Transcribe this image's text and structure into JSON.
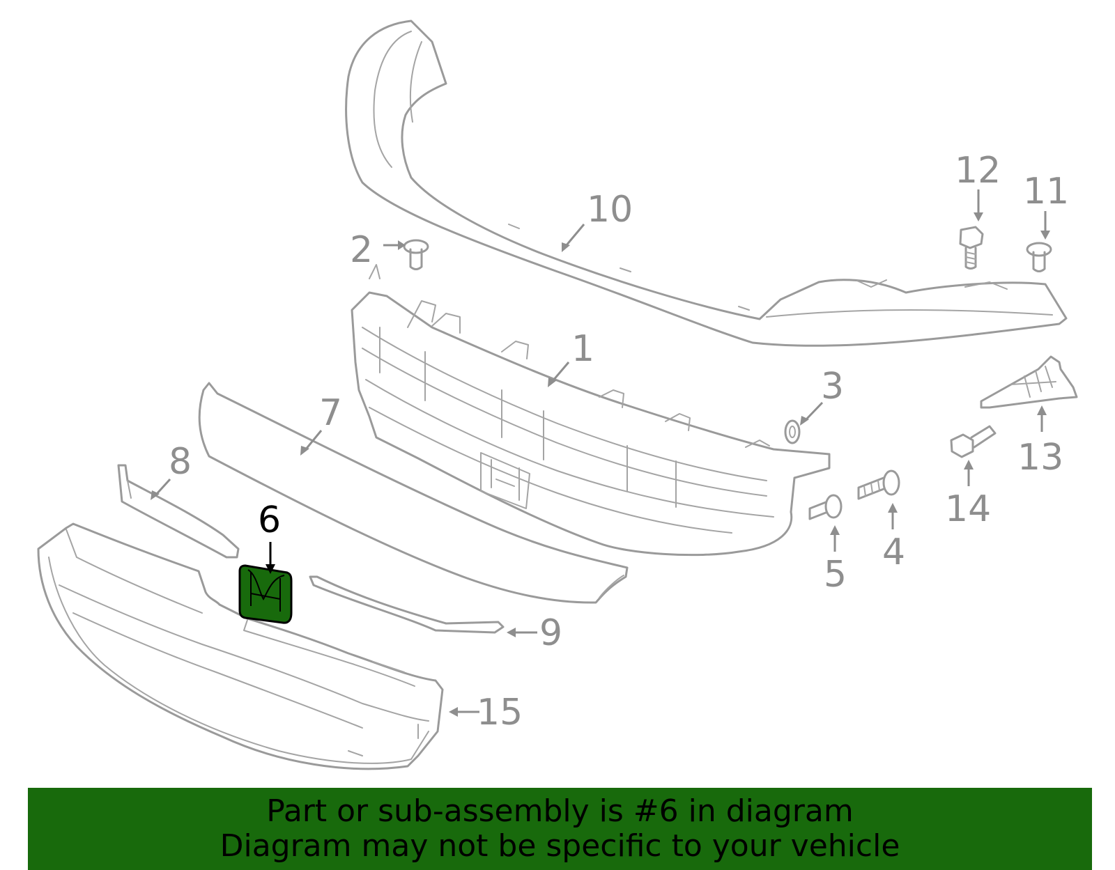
{
  "diagram": {
    "highlight_color": "#186a0c",
    "callouts": [
      {
        "id": "1",
        "label": "1"
      },
      {
        "id": "2",
        "label": "2"
      },
      {
        "id": "3",
        "label": "3"
      },
      {
        "id": "4",
        "label": "4"
      },
      {
        "id": "5",
        "label": "5"
      },
      {
        "id": "6",
        "label": "6",
        "highlighted": true
      },
      {
        "id": "7",
        "label": "7"
      },
      {
        "id": "8",
        "label": "8"
      },
      {
        "id": "9",
        "label": "9"
      },
      {
        "id": "10",
        "label": "10"
      },
      {
        "id": "11",
        "label": "11"
      },
      {
        "id": "12",
        "label": "12"
      },
      {
        "id": "13",
        "label": "13"
      },
      {
        "id": "14",
        "label": "14"
      },
      {
        "id": "15",
        "label": "15"
      }
    ]
  },
  "banner": {
    "background": "#186a0c",
    "line1": "Part or sub-assembly is #6 in diagram",
    "line2": "Diagram may not be specific to your vehicle"
  }
}
